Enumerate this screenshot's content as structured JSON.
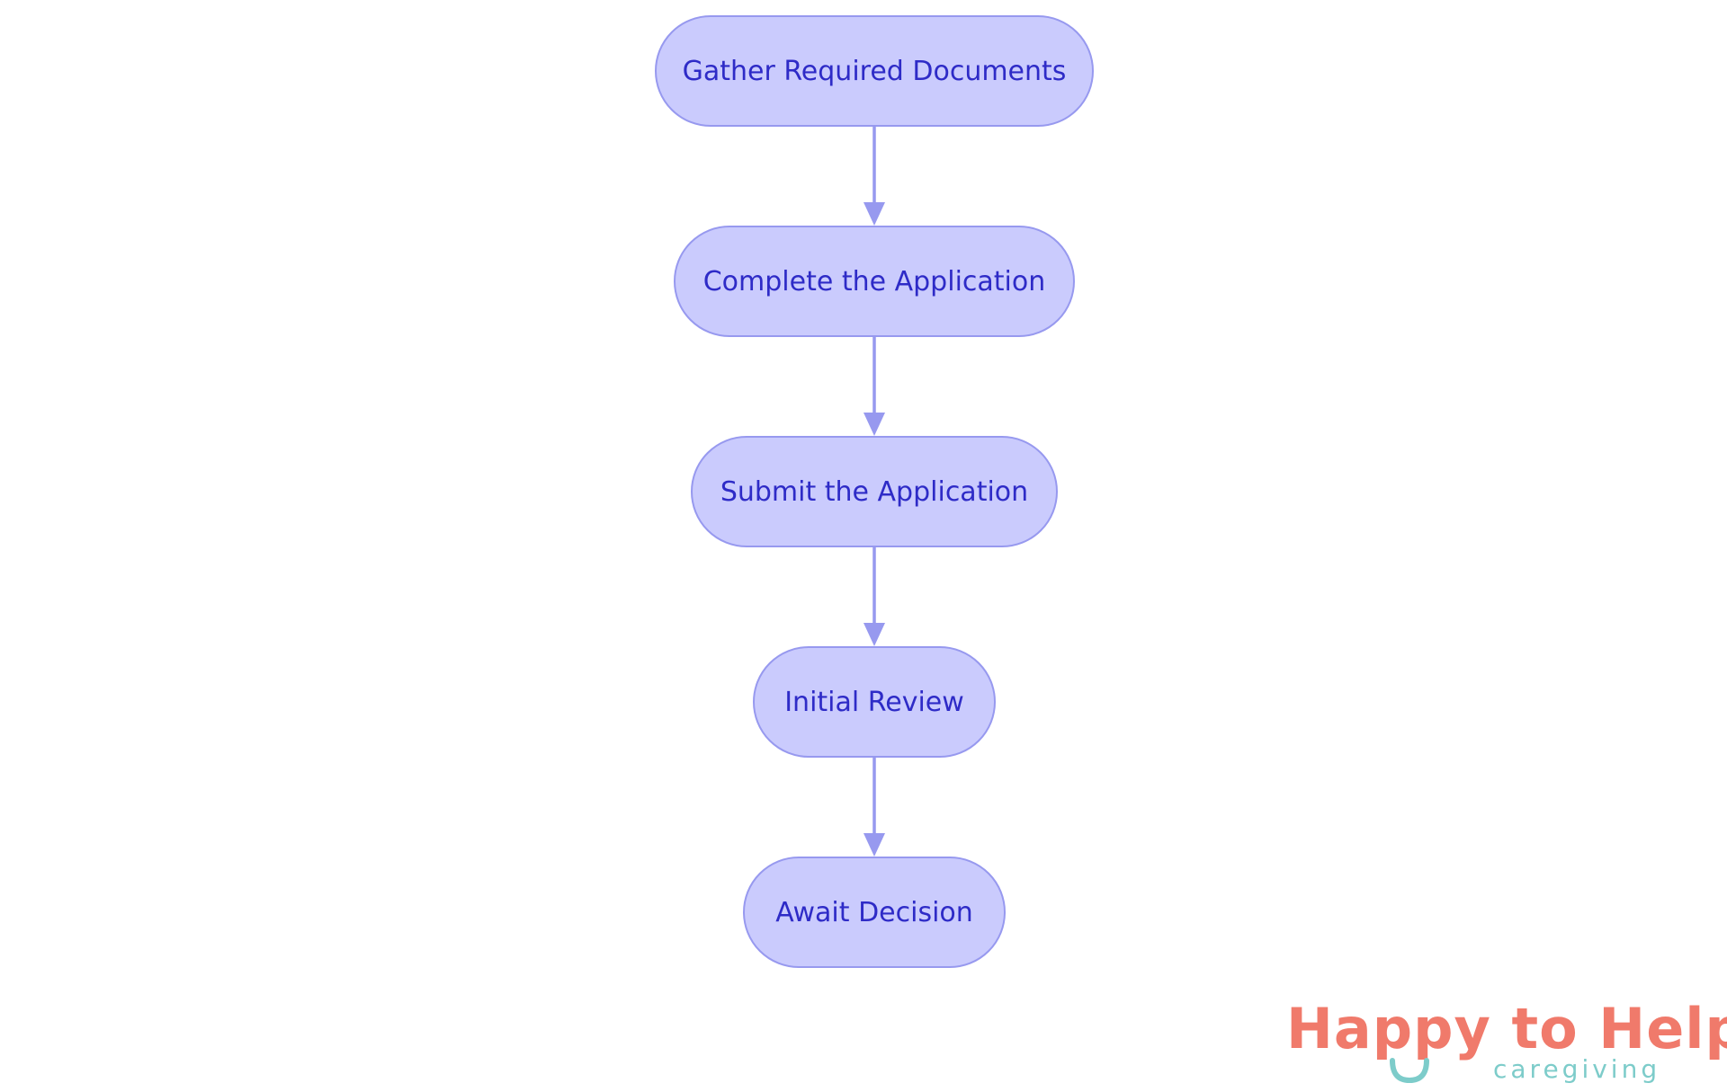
{
  "diagram": {
    "nodes": [
      {
        "id": "gather",
        "label": "Gather Required Documents"
      },
      {
        "id": "complete",
        "label": "Complete the Application"
      },
      {
        "id": "submit",
        "label": "Submit the Application"
      },
      {
        "id": "review",
        "label": "Initial Review"
      },
      {
        "id": "await",
        "label": "Await Decision"
      }
    ],
    "edges": [
      {
        "from": "gather",
        "to": "complete"
      },
      {
        "from": "complete",
        "to": "submit"
      },
      {
        "from": "submit",
        "to": "review"
      },
      {
        "from": "review",
        "to": "await"
      }
    ],
    "colors": {
      "node_fill": "#CACBFD",
      "node_border": "#9799EF",
      "node_text": "#2E2BC7",
      "edge": "#9799EF"
    }
  },
  "logo": {
    "name": "Happy to Help",
    "tagline": "caregiving",
    "colors": {
      "primary": "#F07A6B",
      "secondary": "#7DCCCA"
    }
  }
}
